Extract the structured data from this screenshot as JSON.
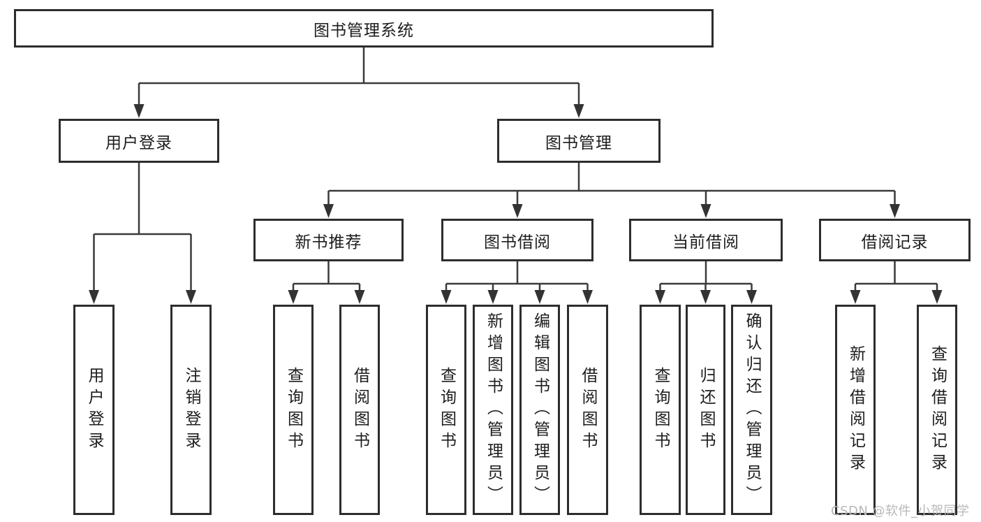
{
  "diagram": {
    "root": "图书管理系统",
    "branches": [
      {
        "label": "用户登录",
        "children": [
          "用户登录",
          "注销登录"
        ]
      },
      {
        "label": "图书管理",
        "sections": [
          {
            "label": "新书推荐",
            "children": [
              "查询图书",
              "借阅图书"
            ]
          },
          {
            "label": "图书借阅",
            "children": [
              "查询图书",
              "新增图书（管理员）",
              "编辑图书（管理员）",
              "借阅图书"
            ]
          },
          {
            "label": "当前借阅",
            "children": [
              "查询图书",
              "归还图书",
              "确认归还（管理员）"
            ]
          },
          {
            "label": "借阅记录",
            "children": [
              "新增借阅记录",
              "查询借阅记录"
            ]
          }
        ]
      }
    ]
  },
  "watermark": {
    "text": "CSDN @软件_小贺同学"
  },
  "colors": {
    "box_border": "#2d2d2d",
    "line": "#3a3a3a",
    "text": "#1d1d1f",
    "background": "#ffffff",
    "watermark": "#b8b8b8"
  }
}
